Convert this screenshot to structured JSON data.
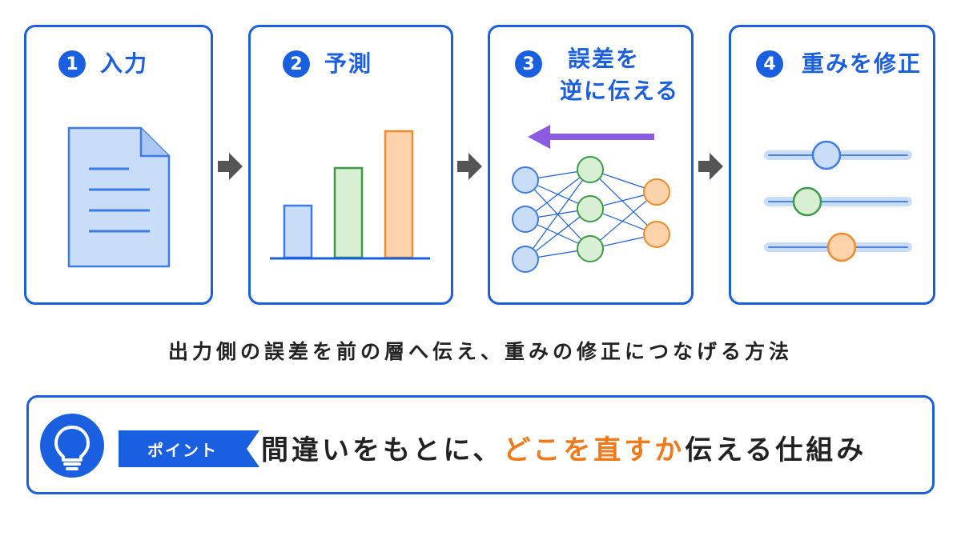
{
  "steps": [
    {
      "number": "1",
      "title": "入力",
      "icon": "document-icon"
    },
    {
      "number": "2",
      "title": "予測",
      "icon": "bar-chart-icon"
    },
    {
      "number": "3",
      "title_line1": "誤差を",
      "title_line2": "逆に伝える",
      "icon": "neural-network-icon"
    },
    {
      "number": "4",
      "title": "重みを修正",
      "icon": "weight-sliders-icon"
    }
  ],
  "caption": "出力側の誤差を前の層へ伝え、重みの修正につなげる方法",
  "point": {
    "tag": "ポイント",
    "text_before": "間違いをもとに、",
    "text_highlight": "どこを直すか",
    "text_after": "伝える仕組み"
  },
  "colors": {
    "primary": "#1a5fe0",
    "blue_fill": "#c9dcf8",
    "blue_stroke": "#3d7be6",
    "green_fill": "#d8efd4",
    "green_stroke": "#3b9b45",
    "orange_fill": "#fdd3ac",
    "orange_stroke": "#f08a2a",
    "purple_arrow": "#8a5ae0",
    "flow_arrow": "#555555",
    "highlight_text": "#f07a1a"
  }
}
